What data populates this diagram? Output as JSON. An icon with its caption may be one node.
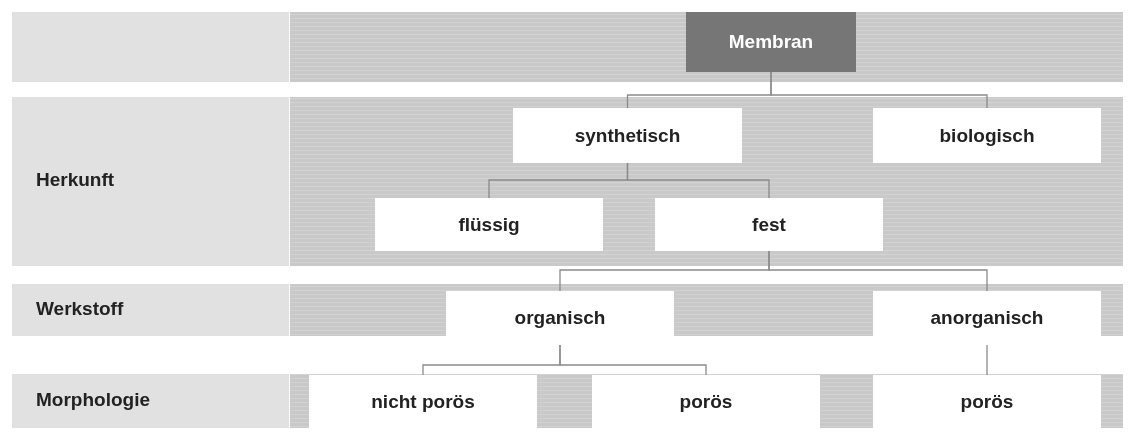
{
  "diagram": {
    "nodes": [
      {
        "text": [
          "Membran"
        ]
      },
      {
        "text": [
          "synthetisch"
        ]
      },
      {
        "text": [
          "biologisch"
        ]
      },
      {
        "text": [
          "flüssig"
        ]
      },
      {
        "text": [
          "fest"
        ]
      },
      {
        "text": [
          "organisch"
        ]
      },
      {
        "text": [
          "anorganisch"
        ]
      },
      {
        "text": [
          "nicht porös"
        ]
      },
      {
        "text": [
          "porös"
        ]
      },
      {
        "text": [
          "porös"
        ]
      }
    ],
    "edges": [
      {
        "from": 0,
        "to": 1,
        "arrow": "none"
      },
      {
        "from": 0,
        "to": 2,
        "arrow": "none"
      },
      {
        "from": 1,
        "to": 3,
        "arrow": "none"
      },
      {
        "from": 1,
        "to": 4,
        "arrow": "none"
      },
      {
        "from": 4,
        "to": 5,
        "arrow": "none"
      },
      {
        "from": 4,
        "to": 6,
        "arrow": "none"
      },
      {
        "from": 5,
        "to": 7,
        "arrow": "none"
      },
      {
        "from": 5,
        "to": 8,
        "arrow": "none"
      },
      {
        "from": 6,
        "to": 9,
        "arrow": "none"
      }
    ],
    "labels": [
      "Herkunft",
      "Werkstoff",
      "Morphologie"
    ]
  }
}
